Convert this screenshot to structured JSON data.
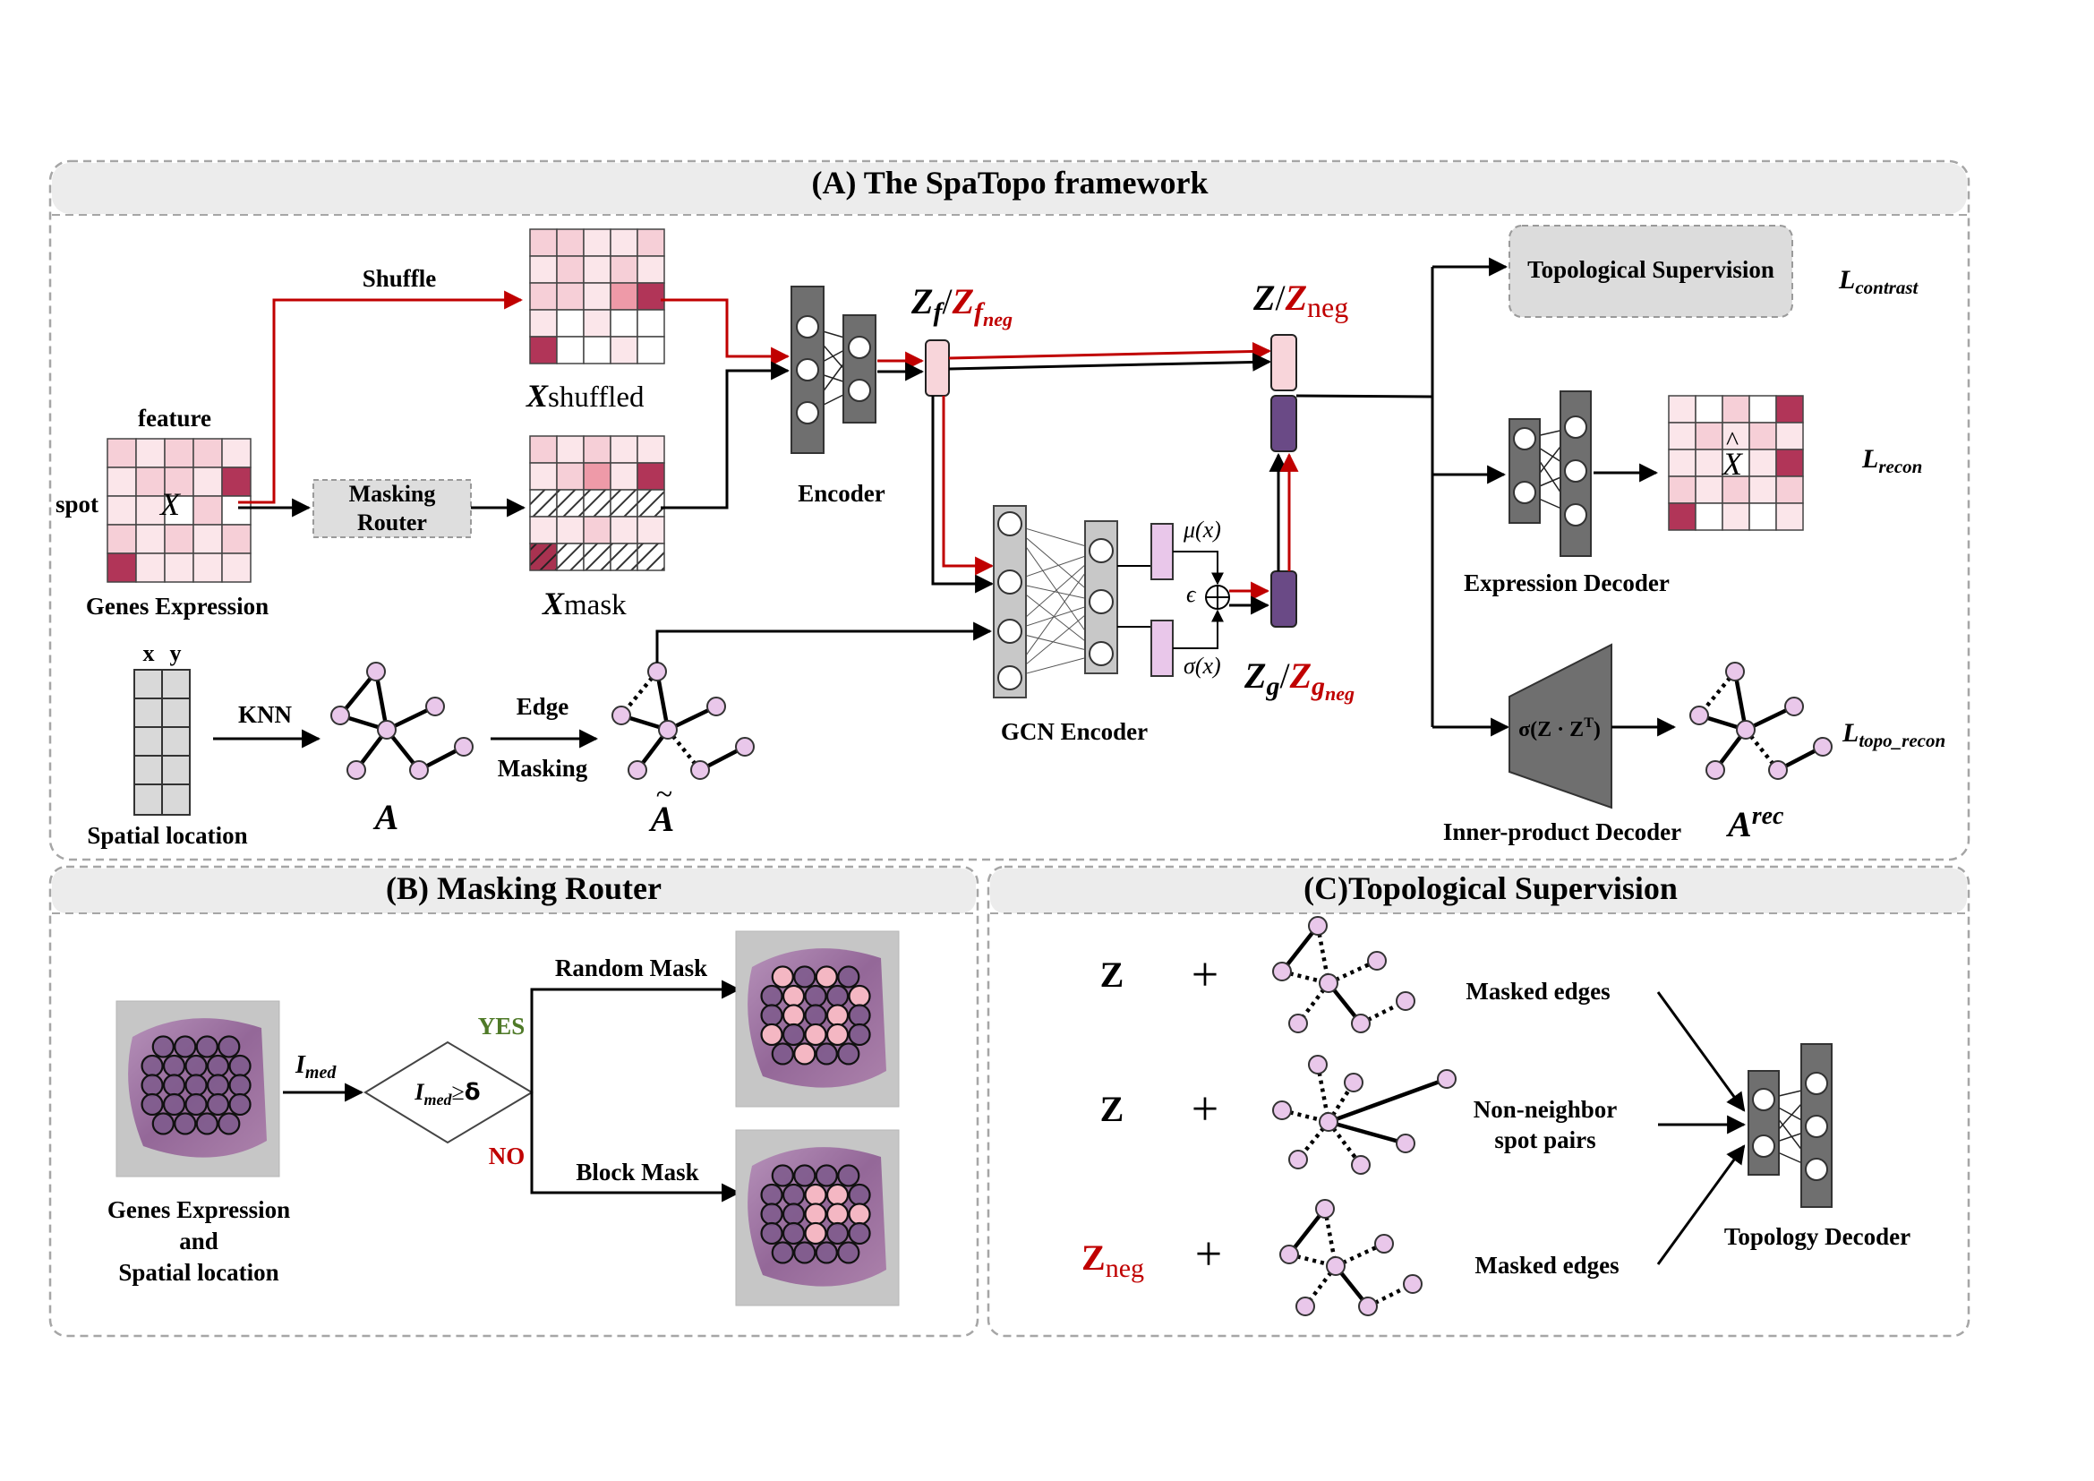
{
  "panels": {
    "a_title": "(A) The SpaTopo framework",
    "b_title": "(B) Masking Router",
    "c_title": "(C)Topological Supervision"
  },
  "panel_a": {
    "shuffle": "Shuffle",
    "feature": "feature",
    "spot": "spot",
    "x_symbol": "X",
    "genes_expression": "Genes Expression",
    "masking_router": [
      "Masking",
      "Router"
    ],
    "x_shuffled": {
      "main": "X",
      "sub": "shuffled"
    },
    "x_mask": {
      "main": "X",
      "sub": "mask"
    },
    "encoder": "Encoder",
    "zf": {
      "z": "Z",
      "sub": "f",
      "slash": "/",
      "neg_z": "Z",
      "neg_sub": "f",
      "neg_subsub": "neg"
    },
    "z_top": {
      "z": "Z",
      "slash": "/",
      "neg_z": "Z",
      "neg_sub": "neg"
    },
    "zg": {
      "z": "Z",
      "sub": "g",
      "slash": "/",
      "neg_z": "Z",
      "neg_sub": "g",
      "neg_subsub": "neg"
    },
    "mu": "μ(x)",
    "sigma": "σ(x)",
    "epsilon": "ϵ",
    "gcn_encoder": "GCN Encoder",
    "xy": [
      "x",
      "y"
    ],
    "knn": "KNN",
    "edge_masking": [
      "Edge",
      "Masking"
    ],
    "spatial_location": "Spatial location",
    "a_label": "A",
    "a_tilde": "A",
    "topo_sup": "Topological Supervision",
    "l_contrast": {
      "l": "L",
      "sub": "contrast"
    },
    "expr_decoder": "Expression Decoder",
    "x_hat": "X",
    "l_recon": {
      "l": "L",
      "sub": "recon"
    },
    "inner_product": "σ(Z · Z",
    "inner_product_sup": "T",
    "inner_product_close": ")",
    "inner_decoder": "Inner-product Decoder",
    "a_rec": {
      "main": "A",
      "sup": "rec"
    },
    "l_topo": {
      "l": "L",
      "sub": "topo_recon"
    }
  },
  "panel_b": {
    "i_med": {
      "i": "I",
      "sub": "med"
    },
    "cond_ge": "≥",
    "delta": "δ",
    "yes": "YES",
    "no": "NO",
    "random_mask": "Random Mask",
    "block_mask": "Block Mask",
    "input_label": [
      "Genes Expression",
      "and",
      "Spatial location"
    ]
  },
  "panel_c": {
    "rows": [
      {
        "z": "Z",
        "plus": "+",
        "label": [
          "Masked edges"
        ]
      },
      {
        "z": "Z",
        "plus": "+",
        "label": [
          "Non-neighbor",
          "spot pairs"
        ]
      },
      {
        "z": "Z",
        "z_sub": "neg",
        "plus": "+",
        "label": [
          "Masked edges"
        ]
      }
    ],
    "topology_decoder": "Topology Decoder"
  },
  "colors": {
    "red": "#c00000",
    "pink_node": "#e9c7ea",
    "node_gray": "#8c8c8c",
    "latent_purple": "#6a4a86",
    "latent_pink": "#f8d5da",
    "panel_border": "#a6a6a6",
    "yes_green": "#4f7a28"
  }
}
